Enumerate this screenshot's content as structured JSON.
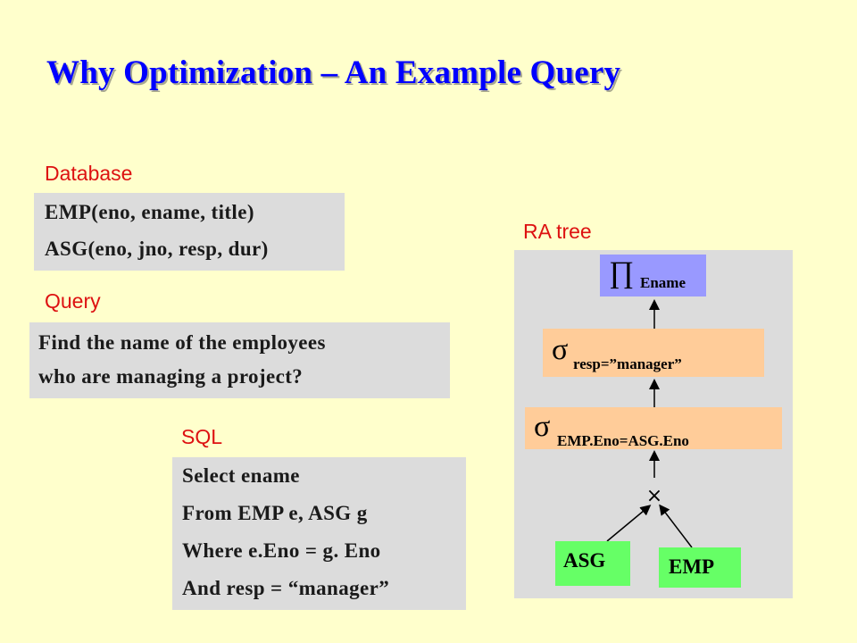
{
  "slide": {
    "title": "Why Optimization – An Example Query",
    "database": {
      "label": "Database",
      "lines": [
        "EMP(eno, ename, title)",
        "ASG(eno, jno, resp, dur)"
      ]
    },
    "query": {
      "label": "Query",
      "lines": [
        "Find the name of the employees",
        "who are managing a project?"
      ]
    },
    "sql": {
      "label": "SQL",
      "lines": [
        "Select ename",
        "From EMP e, ASG g",
        "Where e.Eno = g. Eno",
        "And resp = “manager”"
      ]
    },
    "ra_tree": {
      "label": "RA tree",
      "projection": {
        "symbol": "∏",
        "attribute": "Ename"
      },
      "selection_resp": {
        "symbol": "σ",
        "condition": "resp=”manager”"
      },
      "selection_join": {
        "symbol": "σ",
        "condition": "EMP.Eno=ASG.Eno"
      },
      "product_symbol": "×",
      "left_leaf": "ASG",
      "right_leaf": "EMP"
    }
  },
  "colors": {
    "background": "#ffffcc",
    "title": "#0000ff",
    "section_label": "#dd1111",
    "text_box": "#dcdcdc",
    "projection_node": "#9999ff",
    "selection_node": "#ffcc99",
    "leaf_node": "#66ff66"
  }
}
